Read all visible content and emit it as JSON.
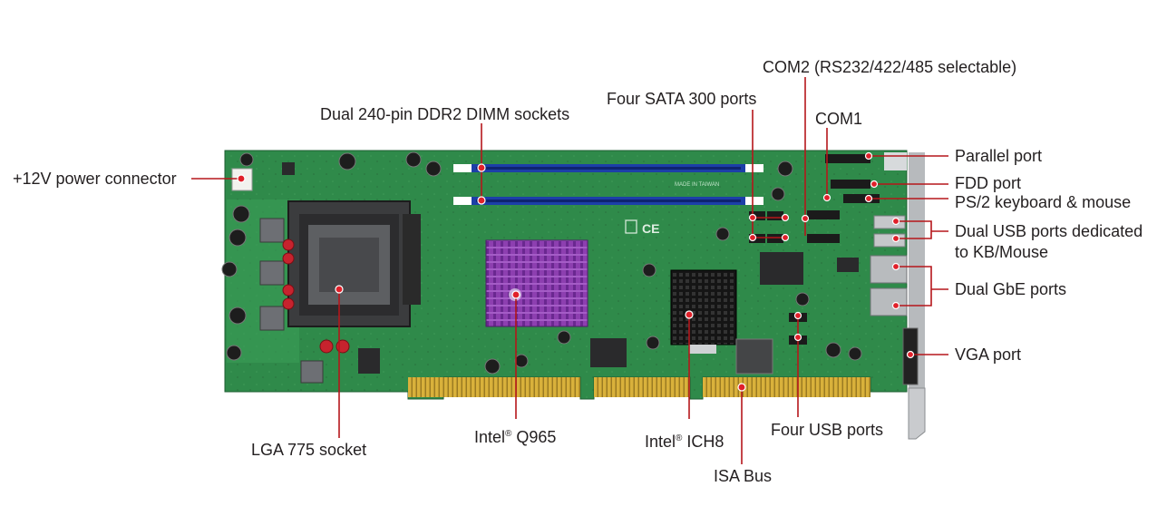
{
  "labels": {
    "power": "+12V power connector",
    "dimm": "Dual 240-pin DDR2 DIMM sockets",
    "sata": "Four SATA 300 ports",
    "com2": "COM2 (RS232/422/485 selectable)",
    "com1": "COM1",
    "parallel": "Parallel port",
    "fdd": "FDD port",
    "ps2": "PS/2 keyboard & mouse",
    "usb_kb_1": "Dual USB ports dedicated",
    "usb_kb_2": "to KB/Mouse",
    "gbe": "Dual GbE ports",
    "vga": "VGA port",
    "lga": "LGA 775 socket",
    "q965_brand": "Intel",
    "q965_reg": "®",
    "q965_name": " Q965",
    "ich8_brand": "Intel",
    "ich8_reg": "®",
    "ich8_name": " ICH8",
    "usb4": "Four USB ports",
    "isa": "ISA Bus"
  },
  "board_markings": {
    "silk_made": "MADE IN TAIWAN",
    "silk_ce": "CE"
  },
  "colors": {
    "pcb": "#2f8a4a",
    "pcb_light": "#4fa866",
    "dimm": "#1c3fa8",
    "heatsink_nb": "#8d3fb0",
    "heatsink_sb": "#151515",
    "gold": "#d9b13b",
    "leader": "#b5161b"
  }
}
